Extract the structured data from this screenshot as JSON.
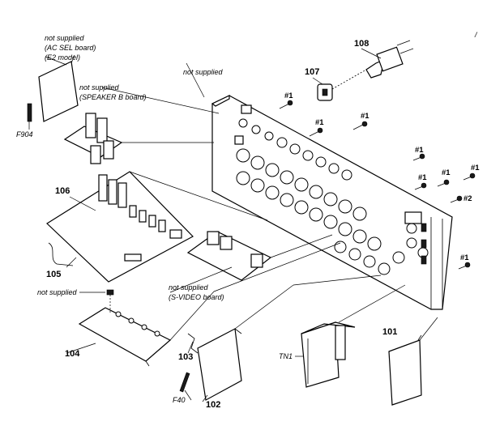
{
  "labels": {
    "ac_sel": [
      "not supplied",
      "(AC SEL board)",
      "(E2 model)"
    ],
    "speaker_b": [
      "not supplied",
      "(SPEAKER B board)"
    ],
    "chassis_not_supplied": "not supplied",
    "f904": "F904",
    "p108": "108",
    "p107": "107",
    "p106": "106",
    "p105": "105",
    "p104": "104",
    "p103": "103",
    "p102": "102",
    "p101": "101",
    "tn1": "TN1",
    "f40": "F40",
    "svideo": [
      "not supplied",
      "(S-VIDEO board)"
    ],
    "pin_not_supplied": "not supplied",
    "screws": [
      "#1",
      "#1",
      "#1",
      "#1",
      "#1",
      "#1",
      "#1",
      "#2",
      "#1"
    ],
    "corner_mark": "/"
  }
}
